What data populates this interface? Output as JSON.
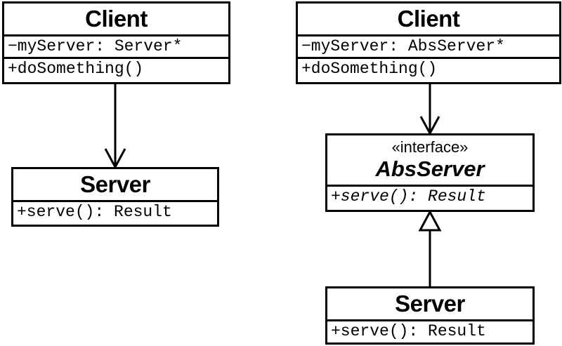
{
  "left": {
    "client": {
      "name": "Client",
      "attribute": "−myServer: Server*",
      "operation": "+doSomething()"
    },
    "server": {
      "name": "Server",
      "operation": "+serve(): Result"
    }
  },
  "right": {
    "client": {
      "name": "Client",
      "attribute": "−myServer: AbsServer*",
      "operation": "+doSomething()"
    },
    "interface": {
      "stereotype": "«interface»",
      "name": "AbsServer",
      "operation": "+serve(): Result"
    },
    "server": {
      "name": "Server",
      "operation": "+serve(): Result"
    }
  }
}
